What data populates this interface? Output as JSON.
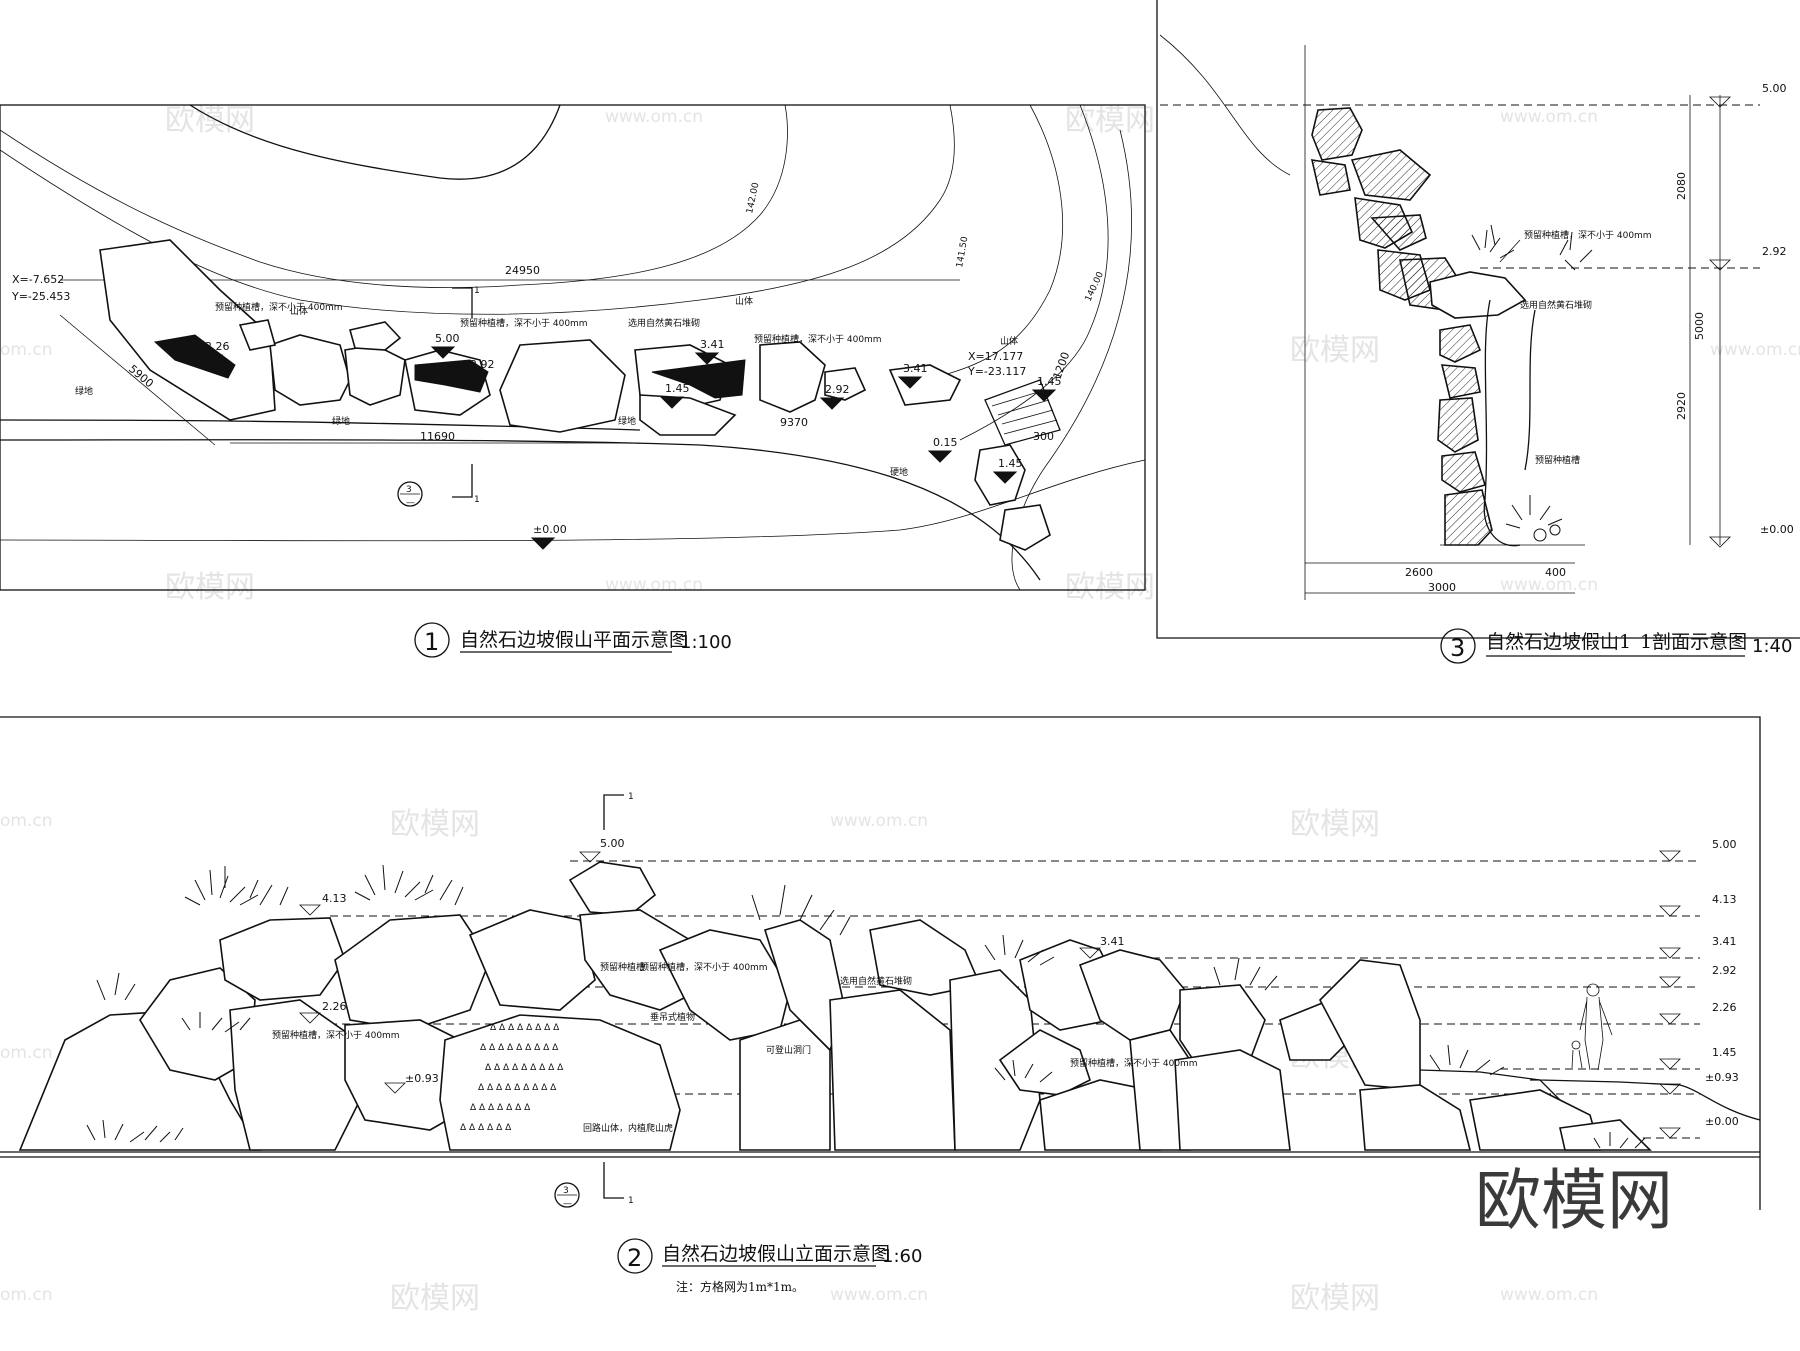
{
  "watermark": {
    "brand": "欧模网",
    "url": "www.om.cn",
    "url_partial": "om.cn"
  },
  "plan": {
    "title": "自然石边坡假山平面示意图",
    "number": "1",
    "scale": "1:100",
    "coord_a": [
      "X=-7.652",
      "Y=-25.453"
    ],
    "coord_b": [
      "X=17.177",
      "Y=-23.117"
    ],
    "dims": {
      "d24950": "24950",
      "d11690": "11690",
      "d9370": "9370",
      "d5900": "5900",
      "d1200": "1200",
      "d300": "300"
    },
    "contours": [
      "142.00",
      "141.50",
      "140.00"
    ],
    "elevations": {
      "e226": "2.26",
      "e500": "5.00",
      "e292": "2.92",
      "e341": "3.41",
      "e145": "1.45",
      "e292b": "2.92",
      "e341b": "3.41",
      "e145b": "1.45",
      "e015": "0.15",
      "e145c": "1.45",
      "e000": "±0.00"
    },
    "labels": {
      "shanti": "山体",
      "lvdi": "绿地",
      "yingdi": "硬地",
      "planter1": "预留种植槽，深不小于 400mm",
      "planter2": "预留种植槽，深不小于 400mm",
      "planter3": "预留种植槽，深不小于 400mm",
      "stone": "选用自然黄石堆砌"
    },
    "section_mark": {
      "top": "1",
      "bottom": "1",
      "ref_num": "3",
      "ref_sub": "—"
    }
  },
  "section": {
    "title": "自然石边坡假山1 — 1剖面示意图",
    "title_a": "自然石边坡假山1",
    "title_b": "1剖面示意图",
    "number": "3",
    "scale": "1:40",
    "elevations": {
      "top": "5.00",
      "mid": "2.92",
      "base": "±0.00"
    },
    "dims": {
      "h2080": "2080",
      "h5000": "5000",
      "h2920": "2920",
      "w2600": "2600",
      "w400": "400",
      "w3000": "3000"
    },
    "labels": {
      "planter": "预留种植槽，深不小于 400mm",
      "stone": "选用自然黄石堆砌",
      "small": "预留种植槽"
    }
  },
  "elevation": {
    "title": "自然石边坡假山立面示意图",
    "number": "2",
    "scale": "1:60",
    "note": "注：方格网为1m*1m。",
    "right_levels": [
      "5.00",
      "4.13",
      "3.41",
      "2.92",
      "2.26",
      "1.45",
      "±0.93",
      "±0.00"
    ],
    "rock_levels": {
      "l500": "5.00",
      "l413": "4.13",
      "l226": "2.26",
      "l093": "±0.93",
      "l341": "3.41"
    },
    "labels": {
      "planter1": "预留种植槽，深不小于 400mm",
      "planter2": "预留种植槽，深不小于 400mm",
      "planter3": "预留种植槽，深不小于 400mm",
      "stone": "选用自然黄石堆砌",
      "vine": "垂吊式植物",
      "cave": "可登山洞门",
      "back": "回路山体，内植爬山虎",
      "mid_note": "预留种植槽"
    },
    "section_mark": {
      "top": "1",
      "bottom": "1",
      "ref_num": "3",
      "ref_sub": "—"
    }
  }
}
